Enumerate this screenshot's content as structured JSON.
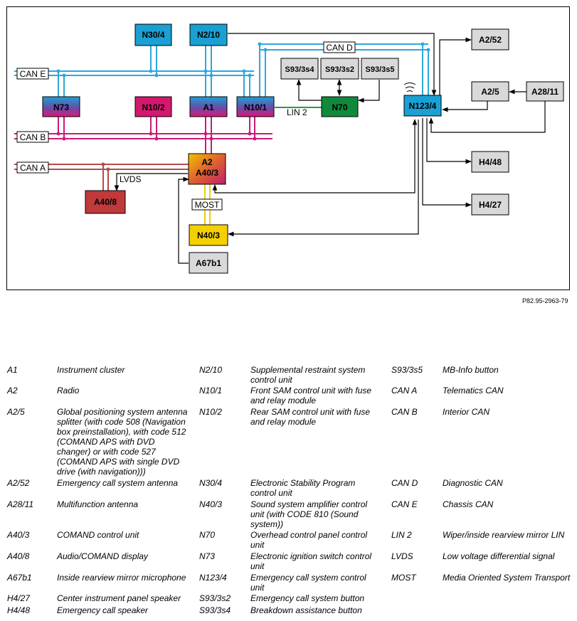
{
  "diagram": {
    "reference_code": "P82.95-2963-79",
    "bus_labels": {
      "can_a": "CAN A",
      "can_b": "CAN B",
      "can_d": "CAN D",
      "can_e": "CAN E",
      "lin2": "LIN 2",
      "lvds": "LVDS",
      "most": "MOST"
    },
    "modules": {
      "n30_4": "N30/4",
      "n2_10": "N2/10",
      "a2_52": "A2/52",
      "s93_3s4": "S93/3s4",
      "s93_3s2": "S93/3s2",
      "s93_3s5": "S93/3s5",
      "a2_5": "A2/5",
      "a28_11": "A28/11",
      "n73": "N73",
      "n10_2": "N10/2",
      "a1": "A1",
      "n10_1": "N10/1",
      "n70": "N70",
      "n123_4": "N123/4",
      "a2_line1": "A2",
      "a2_line2": "A40/3",
      "h4_48": "H4/48",
      "a40_8": "A40/8",
      "h4_27": "H4/27",
      "n40_3": "N40/3",
      "a67b1": "A67b1"
    },
    "colors": {
      "can_e": "#2ea7dc",
      "can_d": "#2ea7dc",
      "can_b": "#cc1a7a",
      "can_a": "#b84a4a",
      "lin": "#2a9a45",
      "most": "#f2cc10",
      "n70_fill": "#0f8a3c",
      "n40_3_fill": "#f5d000",
      "a40_8_fill": "#c0393b",
      "n10_2_fill": "#d4186e",
      "blue_fill": "#1aa0d2",
      "gray_fill": "#d9d9d9"
    }
  },
  "legend": {
    "col1": [
      {
        "code": "A1",
        "desc": "Instrument cluster"
      },
      {
        "code": "A2",
        "desc": "Radio"
      },
      {
        "code": "A2/5",
        "desc": "Global positioning system antenna splitter (with code 508 (Navigation box preinstallation), with code 512 (COMAND APS with DVD changer) or with code 527 (COMAND APS with single DVD drive (with navigation)))"
      },
      {
        "code": "A2/52",
        "desc": "Emergency call system antenna"
      },
      {
        "code": "A28/11",
        "desc": "Multifunction antenna"
      },
      {
        "code": "A40/3",
        "desc": "COMAND control unit"
      },
      {
        "code": "A40/8",
        "desc": "Audio/COMAND display"
      },
      {
        "code": "A67b1",
        "desc": "Inside rearview mirror microphone"
      },
      {
        "code": "H4/27",
        "desc": "Center instrument panel speaker"
      },
      {
        "code": "H4/48",
        "desc": "Emergency call speaker"
      }
    ],
    "col2": [
      {
        "code": "N2/10",
        "desc": "Supplemental restraint system control unit"
      },
      {
        "code": "N10/1",
        "desc": "Front SAM control unit with fuse and relay module"
      },
      {
        "code": "N10/2",
        "desc": "Rear SAM control unit with fuse and relay module"
      },
      {
        "code": "N30/4",
        "desc": "Electronic Stability Program control unit"
      },
      {
        "code": "N40/3",
        "desc": "Sound system amplifier control unit (with CODE 810 (Sound system))"
      },
      {
        "code": "N70",
        "desc": "Overhead control panel control unit"
      },
      {
        "code": "N73",
        "desc": "Electronic ignition switch control unit"
      },
      {
        "code": "N123/4",
        "desc": "Emergency call system control unit"
      },
      {
        "code": "S93/3s2",
        "desc": "Emergency call system button"
      },
      {
        "code": "S93/3s4",
        "desc": "Breakdown assistance button"
      }
    ],
    "col3": [
      {
        "code": "S93/3s5",
        "desc": "MB-Info button"
      },
      {
        "code": "CAN A",
        "desc": "Telematics CAN"
      },
      {
        "code": "CAN B",
        "desc": "Interior CAN"
      },
      {
        "code": "CAN D",
        "desc": "Diagnostic CAN"
      },
      {
        "code": "CAN E",
        "desc": "Chassis CAN"
      },
      {
        "code": "LIN 2",
        "desc": "Wiper/inside rearview mirror LIN"
      },
      {
        "code": "LVDS",
        "desc": "Low voltage differential signal"
      },
      {
        "code": "MOST",
        "desc": "Media Oriented System Transport"
      }
    ]
  }
}
